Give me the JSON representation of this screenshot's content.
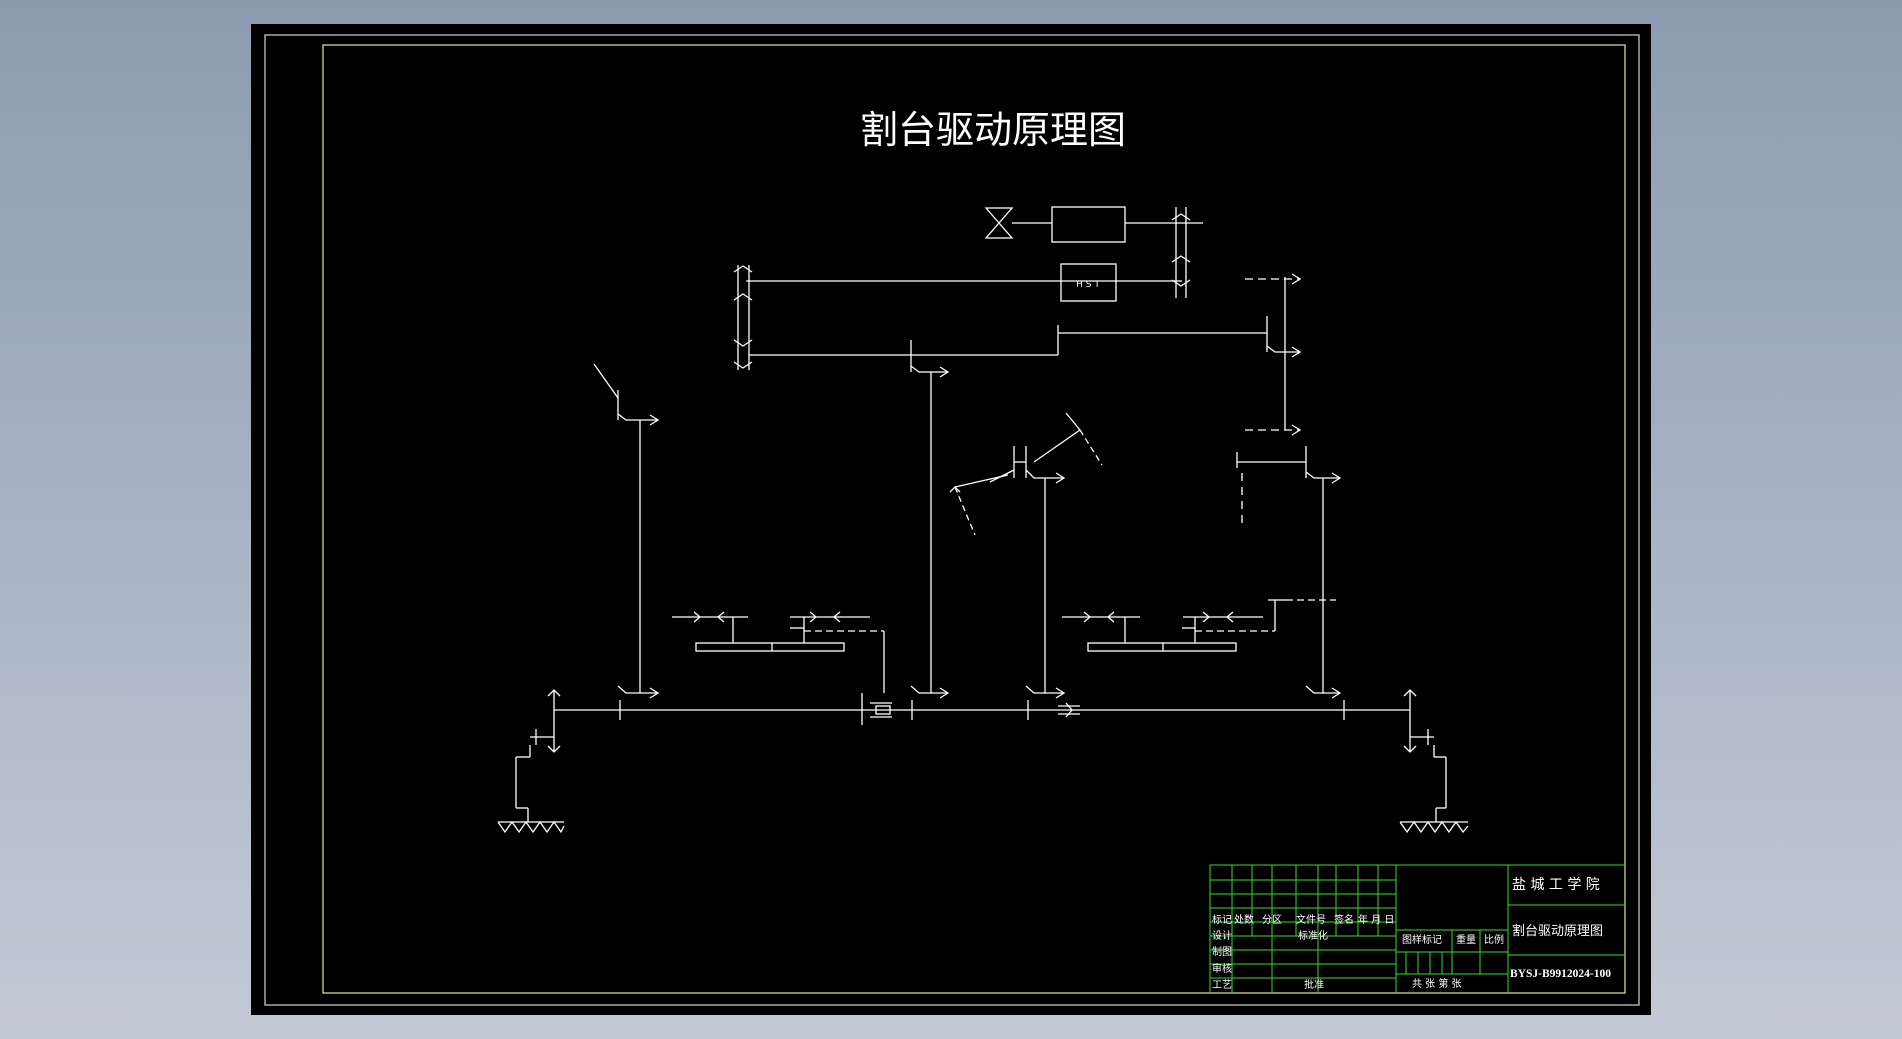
{
  "drawing": {
    "title": "割台驱动原理图",
    "hst_label": "H S T"
  },
  "title_block": {
    "school": "盐 城 工 学 院",
    "drawing_name": "割台驱动原理图",
    "drawing_number": "BYSJ-B9912024-100",
    "sign_headers": [
      "标记",
      "处数",
      "分区",
      "文件号",
      "签名",
      "年 月 日"
    ],
    "roles": [
      "设计",
      "制图",
      "审核",
      "工艺"
    ],
    "standardize": "标准化",
    "approve": "批准",
    "stage_mark": "图样标记",
    "weight": "重量",
    "scale": "比例",
    "sheets": "共  张  第  张"
  }
}
